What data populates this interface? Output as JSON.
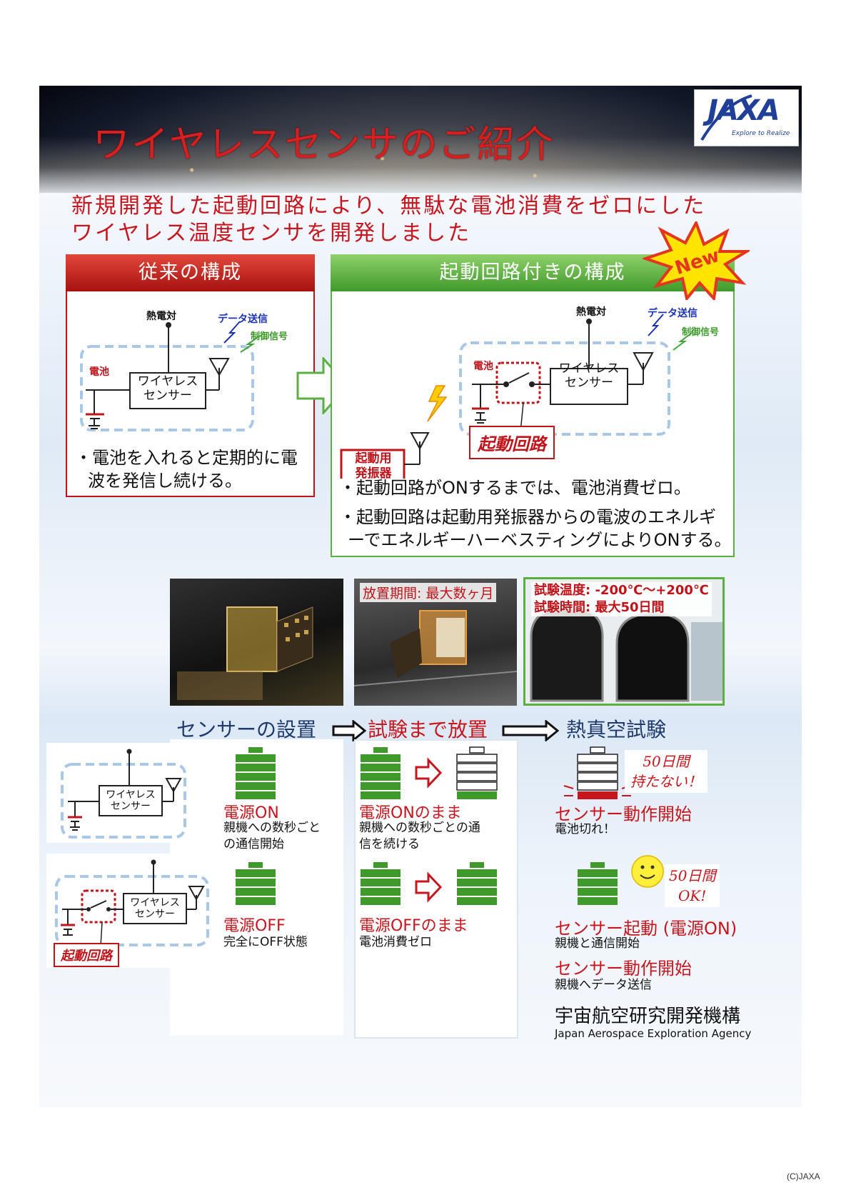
{
  "banner": {
    "title": "ワイヤレスセンサのご紹介"
  },
  "logo": {
    "word": "JAXA",
    "tagline": "Explore to Realize"
  },
  "headline": {
    "line1": "新規開発した起動回路により、無駄な電池消費をゼロにした",
    "line2": "ワイヤレス温度センサを開発しました"
  },
  "conventional": {
    "header": "従来の構成",
    "diagram": {
      "thermocouple": "熱電対",
      "data_tx": "データ送信",
      "control": "制御信号",
      "battery": "電池",
      "sensor_l1": "ワイヤレス",
      "sensor_l2": "センサー"
    },
    "bullet_l1": "・電池を入れると定期的に電",
    "bullet_l2": "波を発信し続ける。"
  },
  "new_config": {
    "header": "起動回路付きの構成",
    "badge": "New",
    "diagram": {
      "thermocouple": "熱電対",
      "data_tx": "データ送信",
      "control": "制御信号",
      "battery": "電池",
      "sensor_l1": "ワイヤレス",
      "sensor_l2": "センサー",
      "oscillator_l1": "起動用",
      "oscillator_l2": "発振器",
      "wake_circuit": "起動回路"
    },
    "bullet1": "・起動回路がONするまでは、電池消費ゼロ。",
    "bullet2_l1": "・起動回路は起動用発振器からの電波のエネルギ",
    "bullet2_l2": "ーでエネルギーハーベスティングによりONする。"
  },
  "photos": {
    "p2_caption": "放置期間: 最大数ヶ月",
    "p3_caption_l1": "試験温度: -200℃～+200℃",
    "p3_caption_l2": "試験時間: 最大50日間"
  },
  "stages": {
    "s1": "センサーの設置",
    "s2": "試験まで放置",
    "s3": "熱真空試験"
  },
  "row_conventional": {
    "diagram": {
      "sensor_l1": "ワイヤレス",
      "sensor_l2": "センサー"
    },
    "s1_label": "電源ON",
    "s1_desc_l1": "親機への数秒ごと",
    "s1_desc_l2": "の通信開始",
    "s2_label": "電源ONのまま",
    "s2_desc_l1": "親機への数秒ごとの通",
    "s2_desc_l2": "信を続ける",
    "s3_label": "センサー動作開始",
    "s3_desc": "電池切れ！",
    "note_l1": "50日間",
    "note_l2": "持たない！"
  },
  "row_new": {
    "diagram": {
      "sensor_l1": "ワイヤレス",
      "sensor_l2": "センサー",
      "wake_circuit": "起動回路"
    },
    "s1_label": "電源OFF",
    "s1_desc": "完全にOFF状態",
    "s2_label": "電源OFFのまま",
    "s2_desc": "電池消費ゼロ",
    "s3_label1": "センサー起動 (電源ON)",
    "s3_desc1": "親機と通信開始",
    "s3_label2": "センサー動作開始",
    "s3_desc2": "親機へデータ送信",
    "note_l1": "50日間",
    "note_l2": "OK!"
  },
  "org": {
    "name_ja": "宇宙航空研究開発機構",
    "name_en": "Japan Aerospace Exploration Agency"
  },
  "copyright": "(C)JAXA",
  "colors": {
    "red": "#c8161e",
    "green": "#3f9a2b",
    "box_red": "#c0141a",
    "battery_green": "#3f9a2b",
    "dash_blue": "#a9c8e8"
  }
}
